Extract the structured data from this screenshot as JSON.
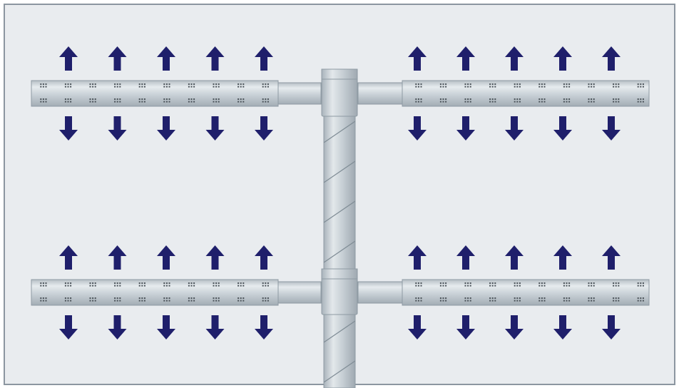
{
  "diagram": {
    "description_free": true,
    "rows": 2,
    "branches_per_row": 2,
    "holes_per_branch": 10,
    "arrows_per_branch": 5,
    "arrow_directions": [
      "up",
      "down"
    ],
    "colors": {
      "background": "#ffffff",
      "panel_fill": "#e9ecef",
      "panel_border": "#8c96a0",
      "pipe_fill": "#c9d1d7",
      "pipe_shade": "#a9b3bb",
      "pipe_highlight": "#e6ebee",
      "pipe_outline": "#8e9aa3",
      "hole": "#4b5359",
      "stripe": "#7f8c95",
      "arrow": "#1f1f6b"
    }
  }
}
